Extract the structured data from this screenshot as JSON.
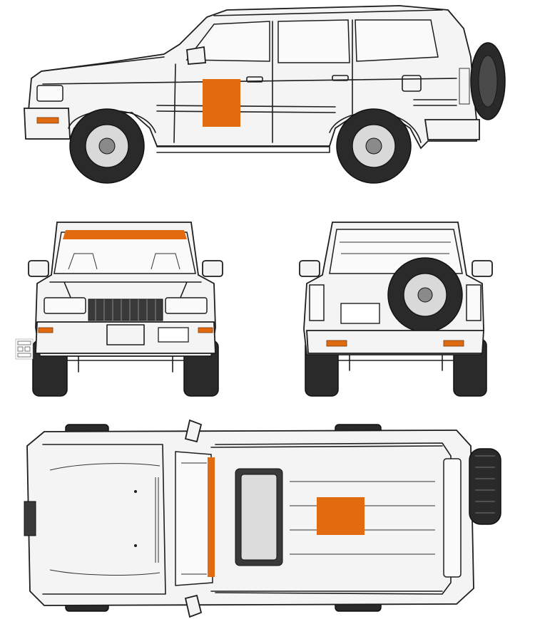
{
  "image": {
    "background": "#ffffff",
    "line_color": "#1e1e1e",
    "highlight_color": "#e36b0f",
    "icons": [
      "vehicle-views-thumbnail-icon"
    ]
  },
  "views": [
    {
      "name": "side",
      "highlights": [
        "front-door-decal-area"
      ]
    },
    {
      "name": "front",
      "highlights": [
        "windshield-top-strip"
      ]
    },
    {
      "name": "rear",
      "highlights": []
    },
    {
      "name": "top",
      "highlights": [
        "windshield-side-strip",
        "roof-decal-area"
      ]
    }
  ]
}
